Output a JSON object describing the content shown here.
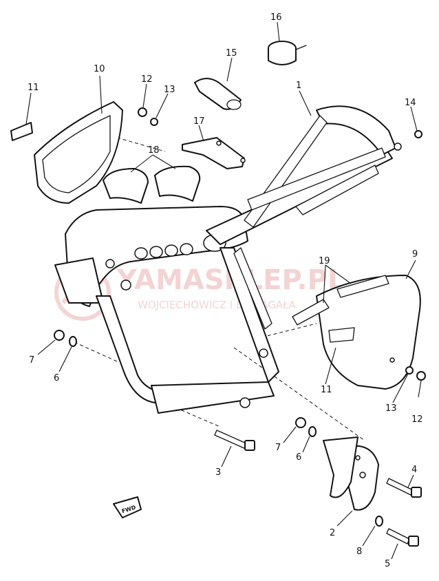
{
  "watermark": {
    "brand": "YAMASKLEP.PL",
    "subtitle": "WOJCIECHOWICZ I DOMAGAŁA",
    "color": "#e6a0a0"
  },
  "fwd_label": "FWD",
  "callouts": [
    {
      "id": "c1",
      "label": "1"
    },
    {
      "id": "c2",
      "label": "2"
    },
    {
      "id": "c3",
      "label": "3"
    },
    {
      "id": "c4",
      "label": "4"
    },
    {
      "id": "c5",
      "label": "5"
    },
    {
      "id": "c6a",
      "label": "6"
    },
    {
      "id": "c6b",
      "label": "6"
    },
    {
      "id": "c7a",
      "label": "7"
    },
    {
      "id": "c7b",
      "label": "7"
    },
    {
      "id": "c8",
      "label": "8"
    },
    {
      "id": "c9",
      "label": "9"
    },
    {
      "id": "c10",
      "label": "10"
    },
    {
      "id": "c11a",
      "label": "11"
    },
    {
      "id": "c11b",
      "label": "11"
    },
    {
      "id": "c12a",
      "label": "12"
    },
    {
      "id": "c12b",
      "label": "12"
    },
    {
      "id": "c13a",
      "label": "13"
    },
    {
      "id": "c13b",
      "label": "13"
    },
    {
      "id": "c14",
      "label": "14"
    },
    {
      "id": "c15",
      "label": "15"
    },
    {
      "id": "c16",
      "label": "16"
    },
    {
      "id": "c17",
      "label": "17"
    },
    {
      "id": "c18",
      "label": "18"
    },
    {
      "id": "c19",
      "label": "19"
    }
  ]
}
